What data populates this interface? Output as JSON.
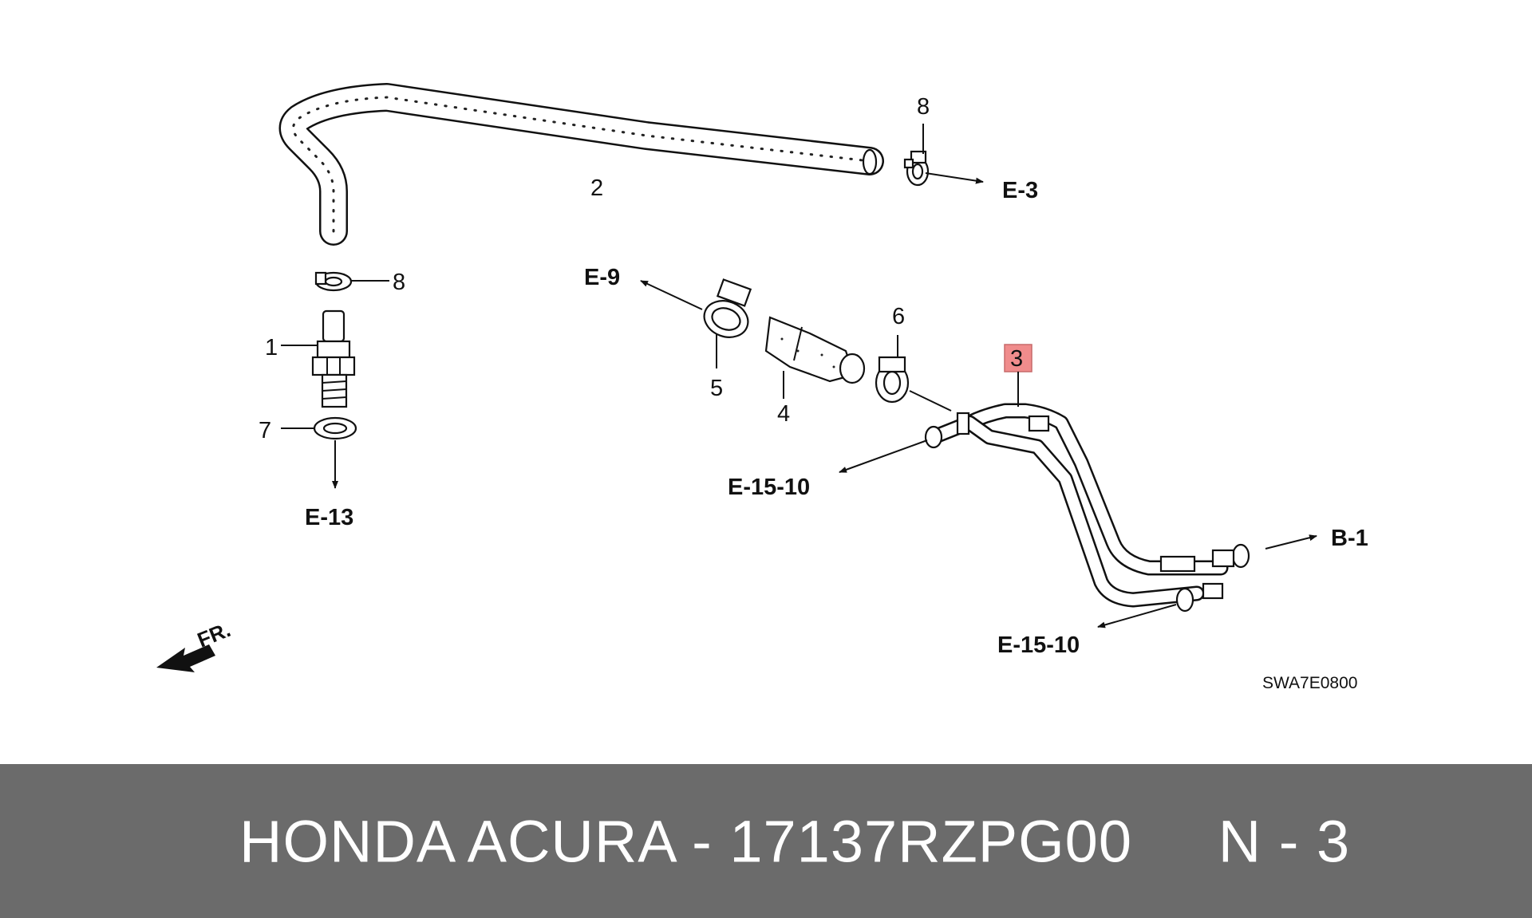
{
  "diagram": {
    "callouts": {
      "p1": "1",
      "p2": "2",
      "p3": "3",
      "p4": "4",
      "p5": "5",
      "p6": "6",
      "p7": "7",
      "p8a": "8",
      "p8b": "8"
    },
    "refs": {
      "e3": "E-3",
      "e9": "E-9",
      "e13": "E-13",
      "e1510a": "E-15-10",
      "e1510b": "E-15-10",
      "b1": "B-1"
    },
    "front_label": "FR.",
    "drawing_code": "SWA7E0800",
    "highlight_color": "#f08c8c"
  },
  "footer": {
    "text": "HONDA ACURA - 17137RZPG00     N - 3",
    "background": "#6b6b6b"
  }
}
